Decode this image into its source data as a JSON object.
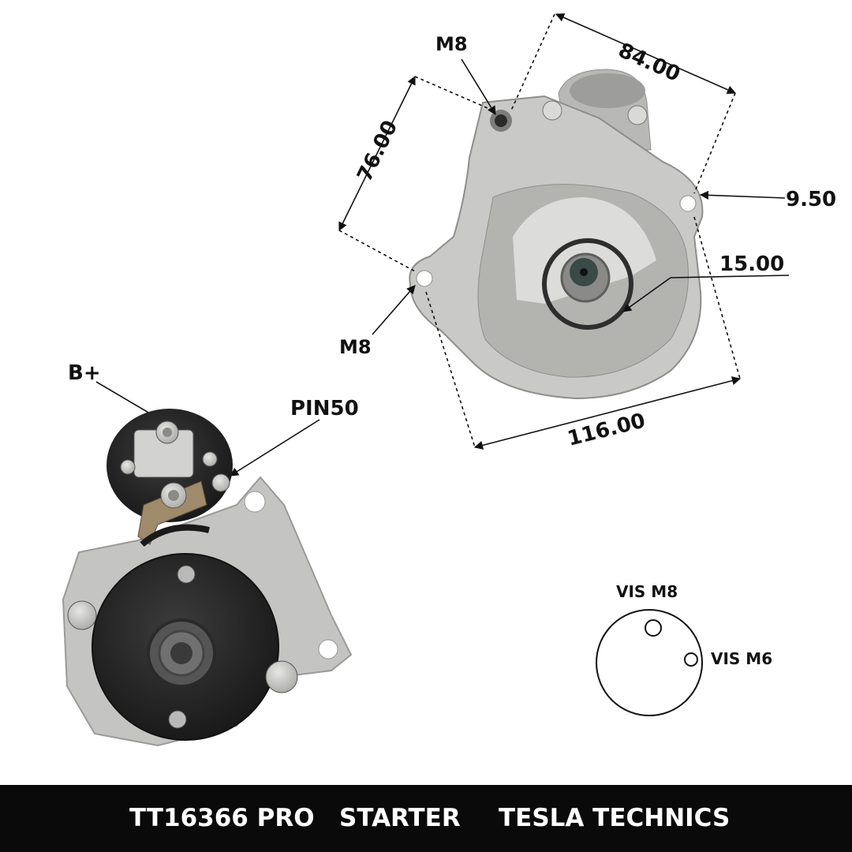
{
  "dimensions": {
    "width_label": "84.00",
    "height_label": "76.00",
    "offset_label": "9.50",
    "pinion_label": "15.00",
    "length_label": "116.00",
    "bolt_top_label": "M8",
    "bolt_bottom_label": "M8"
  },
  "terminals": {
    "battery_label": "B+",
    "pin_label": "PIN50"
  },
  "bolt_pattern": {
    "large_hole_label": "VIS M8",
    "small_hole_label": "VIS M6"
  },
  "footer": {
    "part_number": "TT16366 PRO",
    "product": "STARTER",
    "brand": "TESLA TECHNICS"
  },
  "colors": {
    "housing": "#c9c9c7",
    "housing_dark": "#8e8e8c",
    "solenoid": "#2a2a2a",
    "footer_bg": "#0a0a0a",
    "footer_text": "#ffffff"
  }
}
